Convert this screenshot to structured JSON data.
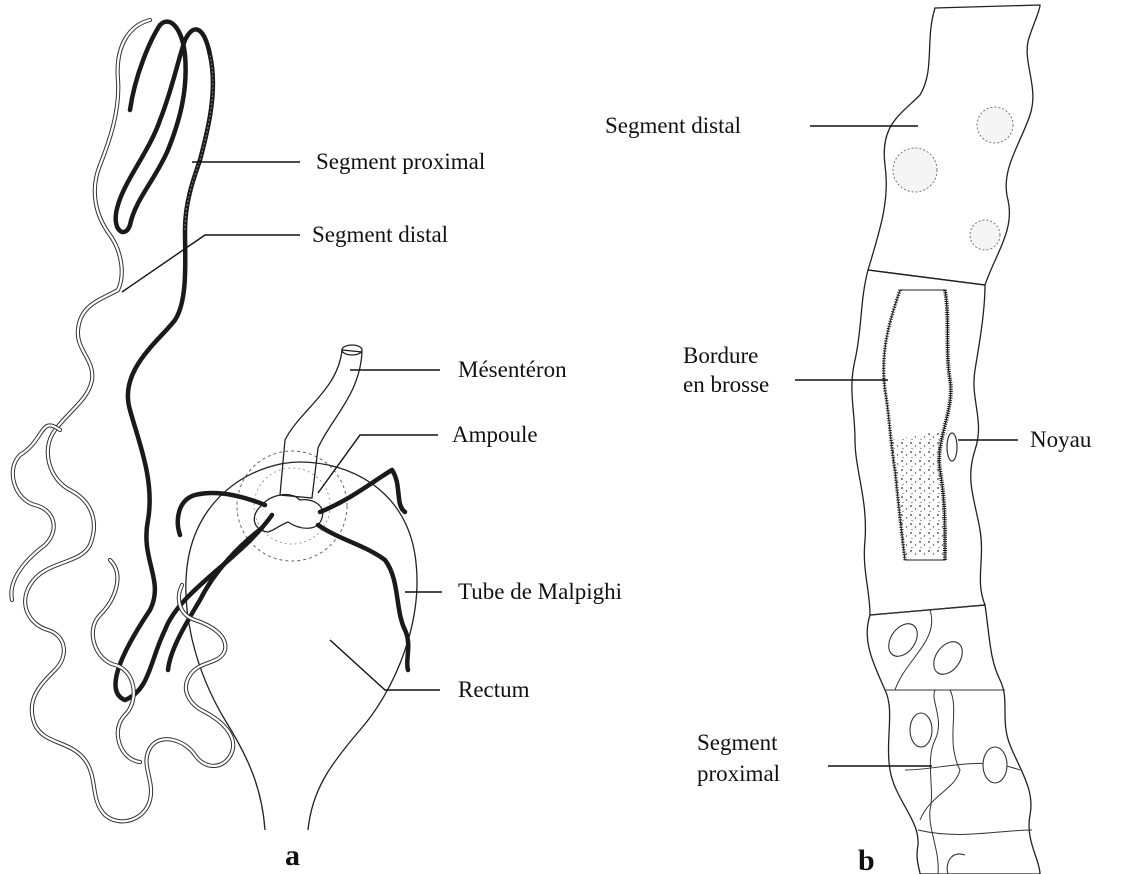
{
  "figure_a": {
    "panel_label": "a",
    "labels": {
      "segment_proximal": "Segment proximal",
      "segment_distal": "Segment distal",
      "mesenteron": "Mésentéron",
      "ampoule": "Ampoule",
      "tube_malpighi": "Tube de Malpighi",
      "rectum": "Rectum"
    }
  },
  "figure_b": {
    "panel_label": "b",
    "labels": {
      "segment_distal": "Segment distal",
      "bordure_line1": "Bordure",
      "bordure_line2": "en brosse",
      "noyau": "Noyau",
      "segment_proximal_line1": "Segment",
      "segment_proximal_line2": "proximal"
    }
  }
}
